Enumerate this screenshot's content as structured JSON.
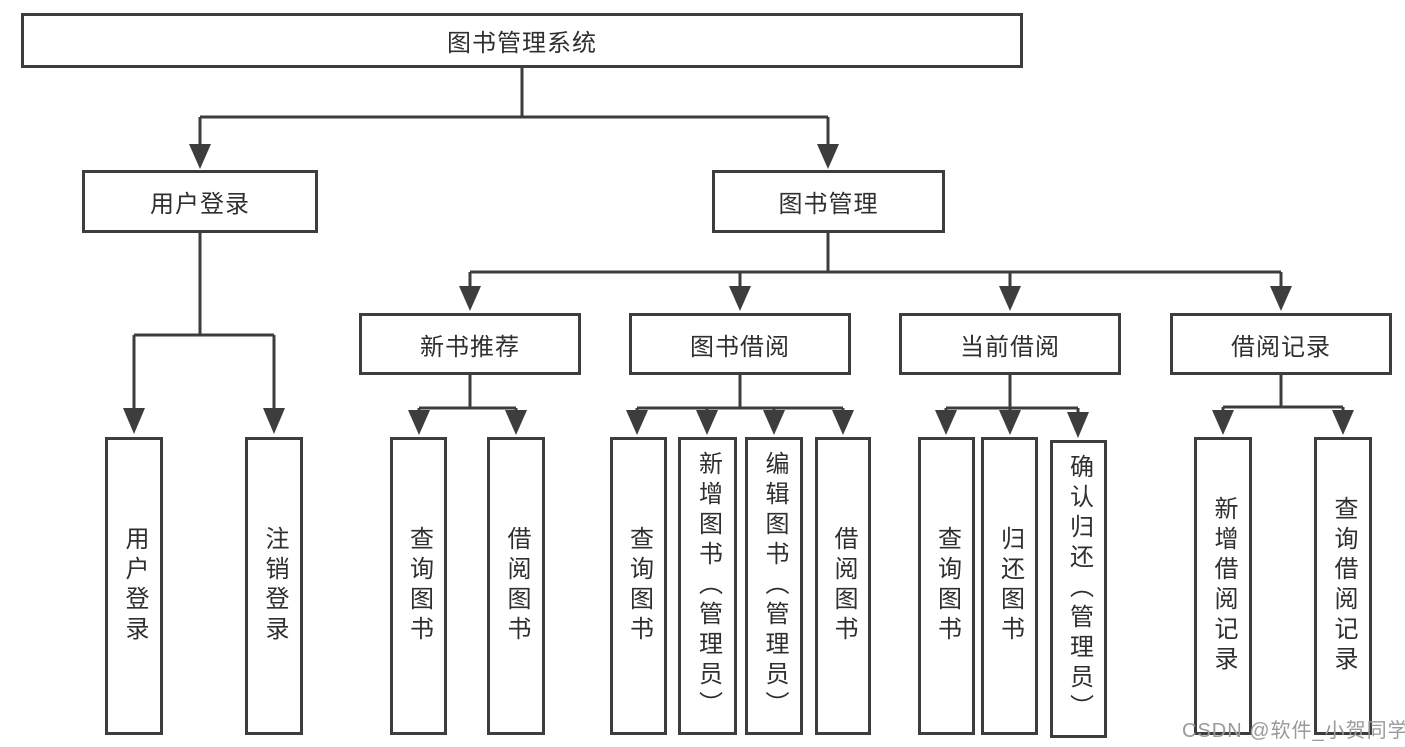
{
  "diagram": {
    "root": {
      "label": "图书管理系统",
      "children": [
        {
          "label": "用户登录",
          "children": [
            {
              "label": "用户登录"
            },
            {
              "label": "注销登录"
            }
          ]
        },
        {
          "label": "图书管理",
          "children": [
            {
              "label": "新书推荐",
              "children": [
                {
                  "label": "查询图书"
                },
                {
                  "label": "借阅图书"
                }
              ]
            },
            {
              "label": "图书借阅",
              "children": [
                {
                  "label": "查询图书"
                },
                {
                  "label": "新增图书（管理员）"
                },
                {
                  "label": "编辑图书（管理员）"
                },
                {
                  "label": "借阅图书"
                }
              ]
            },
            {
              "label": "当前借阅",
              "children": [
                {
                  "label": "查询图书"
                },
                {
                  "label": "归还图书"
                },
                {
                  "label": "确认归还（管理员）"
                }
              ]
            },
            {
              "label": "借阅记录",
              "children": [
                {
                  "label": "新增借阅记录"
                },
                {
                  "label": "查询借阅记录"
                }
              ]
            }
          ]
        }
      ]
    }
  },
  "colors": {
    "line": "#3d3d3d",
    "text": "#2f2f2f",
    "background": "#ffffff",
    "watermark": "#9a9a9a"
  },
  "watermark": {
    "text": "CSDN @软件_小贺同学"
  }
}
